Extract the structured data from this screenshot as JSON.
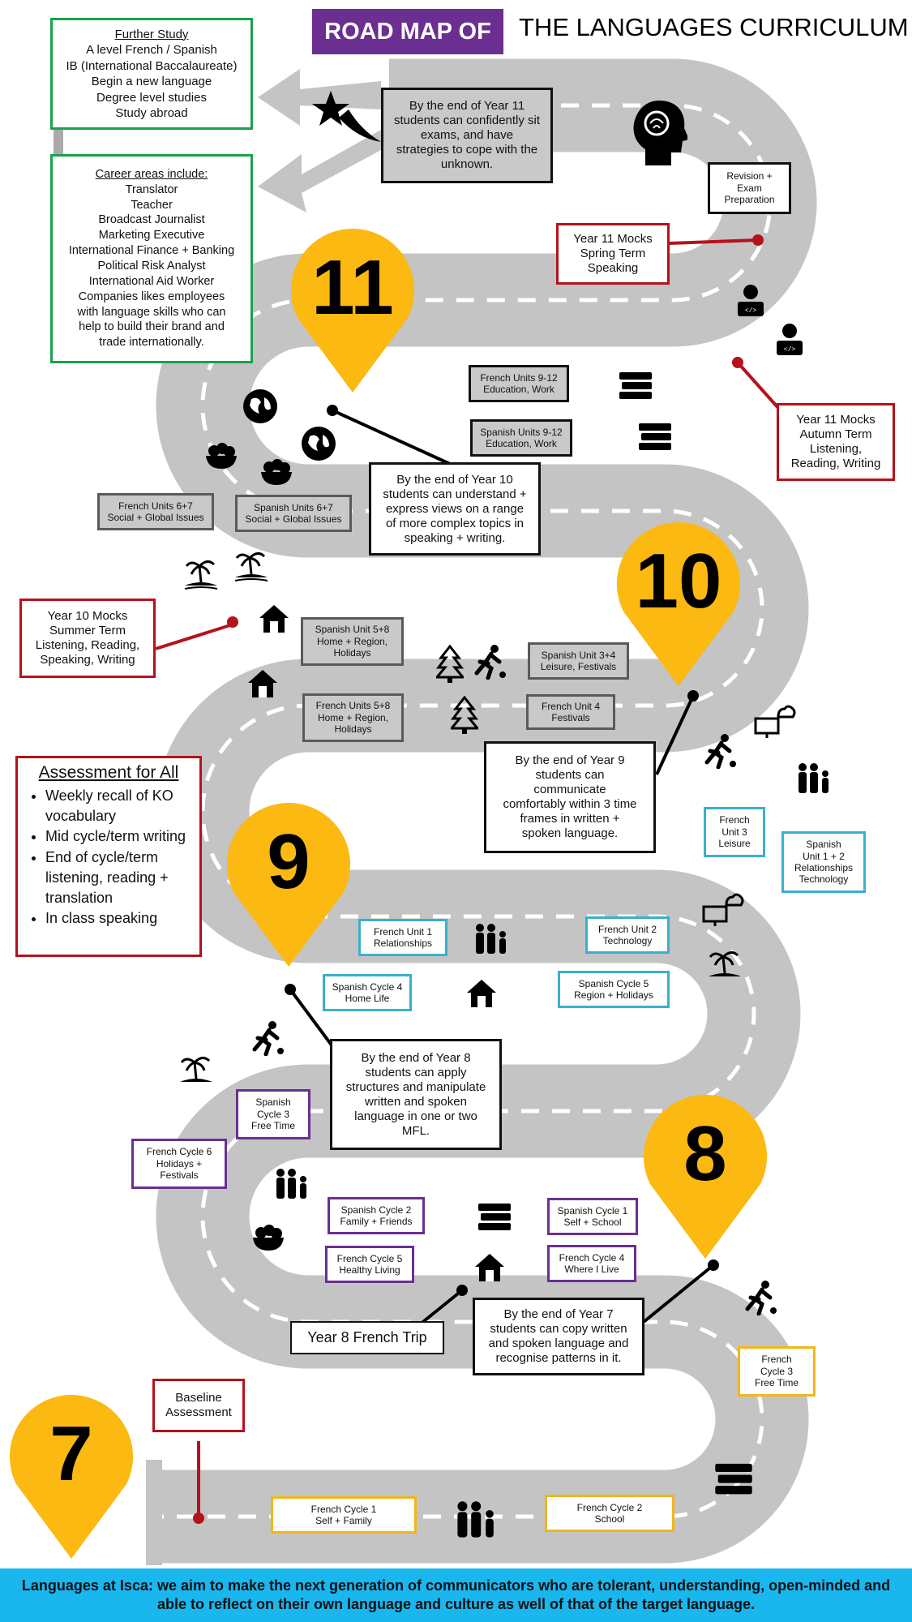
{
  "title": {
    "badge": "ROAD MAP OF",
    "rest": "THE LANGUAGES CURRICULUM"
  },
  "further_study": {
    "heading": "Further Study",
    "items": [
      "A level French / Spanish",
      "IB (International Baccalaureate)",
      "Begin a new language",
      "Degree level studies",
      "Study abroad"
    ]
  },
  "careers": {
    "heading": "Career areas include:",
    "items": [
      "Translator",
      "Teacher",
      "Broadcast Journalist",
      "Marketing Executive",
      "International Finance + Banking",
      "Political Risk Analyst",
      "International Aid Worker",
      "Companies likes employees",
      "with language skills who can",
      "help to build their brand and",
      "trade internationally."
    ]
  },
  "milestones": {
    "y11": "By the end of Year 11 students can confidently sit exams, and have strategies to cope with the unknown.",
    "y10": "By the end of Year 10 students can understand + express views on a range of more complex topics in speaking + writing.",
    "y9": "By the end of Year 9 students can communicate comfortably within 3 time frames in written + spoken language.",
    "y8": "By the end of Year 8 students can apply structures and manipulate written and spoken language in one or two MFL.",
    "y7": "By the end of Year 7 students can copy written and spoken language and recognise patterns in it."
  },
  "pins": {
    "p11": "11",
    "p10": "10",
    "p9": "9",
    "p8": "8",
    "p7": "7"
  },
  "mocks": {
    "spring": [
      "Year 11 Mocks",
      "Spring Term",
      "Speaking"
    ],
    "autumn": [
      "Year 11 Mocks",
      "Autumn Term",
      "Listening,",
      "Reading, Writing"
    ],
    "summer": [
      "Year 10  Mocks",
      "Summer Term",
      "Listening, Reading,",
      "Speaking, Writing"
    ]
  },
  "units": {
    "revision": [
      "Revision +",
      "Exam",
      "Preparation"
    ],
    "fr912": [
      "French Units 9-12",
      "Education, Work"
    ],
    "sp912": [
      "Spanish Units 9-12",
      "Education, Work"
    ],
    "fr67": [
      "French Units 6+7",
      "Social + Global Issues"
    ],
    "sp67": [
      "Spanish Units 6+7",
      "Social + Global Issues"
    ],
    "sp58": [
      "Spanish Unit 5+8",
      "Home + Region,",
      "Holidays"
    ],
    "fr58": [
      "French Units 5+8",
      "Home + Region,",
      "Holidays"
    ],
    "sp34": [
      "Spanish Unit 3+4",
      "Leisure, Festivals"
    ],
    "fr4": [
      "French Unit 4",
      "Festivals"
    ],
    "fr3": [
      "French",
      "Unit 3",
      "Leisure"
    ],
    "sp12": [
      "Spanish",
      "Unit 1 + 2",
      "Relationships",
      "Technology"
    ],
    "fr1": [
      "French Unit 1",
      "Relationships"
    ],
    "fr2": [
      "French Unit 2",
      "Technology"
    ],
    "spc4": [
      "Spanish Cycle 4",
      "Home Life"
    ],
    "spc5": [
      "Spanish Cycle 5",
      "Region  + Holidays"
    ],
    "spc3": [
      "Spanish",
      "Cycle 3",
      "Free Time"
    ],
    "frc6": [
      "French Cycle 6",
      "Holidays +",
      "Festivals"
    ],
    "spc2": [
      "Spanish Cycle 2",
      "Family + Friends"
    ],
    "spc1": [
      "Spanish Cycle 1",
      "Self + School"
    ],
    "frc5": [
      "French Cycle 5",
      "Healthy Living"
    ],
    "frc4": [
      "French Cycle 4",
      "Where I Live"
    ],
    "frc3": [
      "French",
      "Cycle 3",
      "Free Time"
    ],
    "frc1": [
      "French Cycle 1",
      "Self + Family"
    ],
    "frc2": [
      "French Cycle 2",
      "School"
    ]
  },
  "trip": "Year 8 French Trip",
  "baseline": [
    "Baseline",
    "Assessment"
  ],
  "assessment": {
    "heading": "Assessment for All",
    "items": [
      "Weekly recall of KO vocabulary",
      "Mid cycle/term writing",
      "End of cycle/term listening, reading + translation",
      "In class speaking"
    ]
  },
  "footer": "Languages at Isca: we aim to make the next generation of communicators who are tolerant, understanding, open-minded and able to reflect on their own language and culture as well of that of the target language.",
  "colors": {
    "road": "#c4c4c4",
    "pin": "#fbb912",
    "purple": "#6b2f91",
    "green": "#1aa14b",
    "red": "#b5121b",
    "cyan": "#3ab0cc",
    "gold": "#f2b61a",
    "footer": "#1ab6ee"
  }
}
